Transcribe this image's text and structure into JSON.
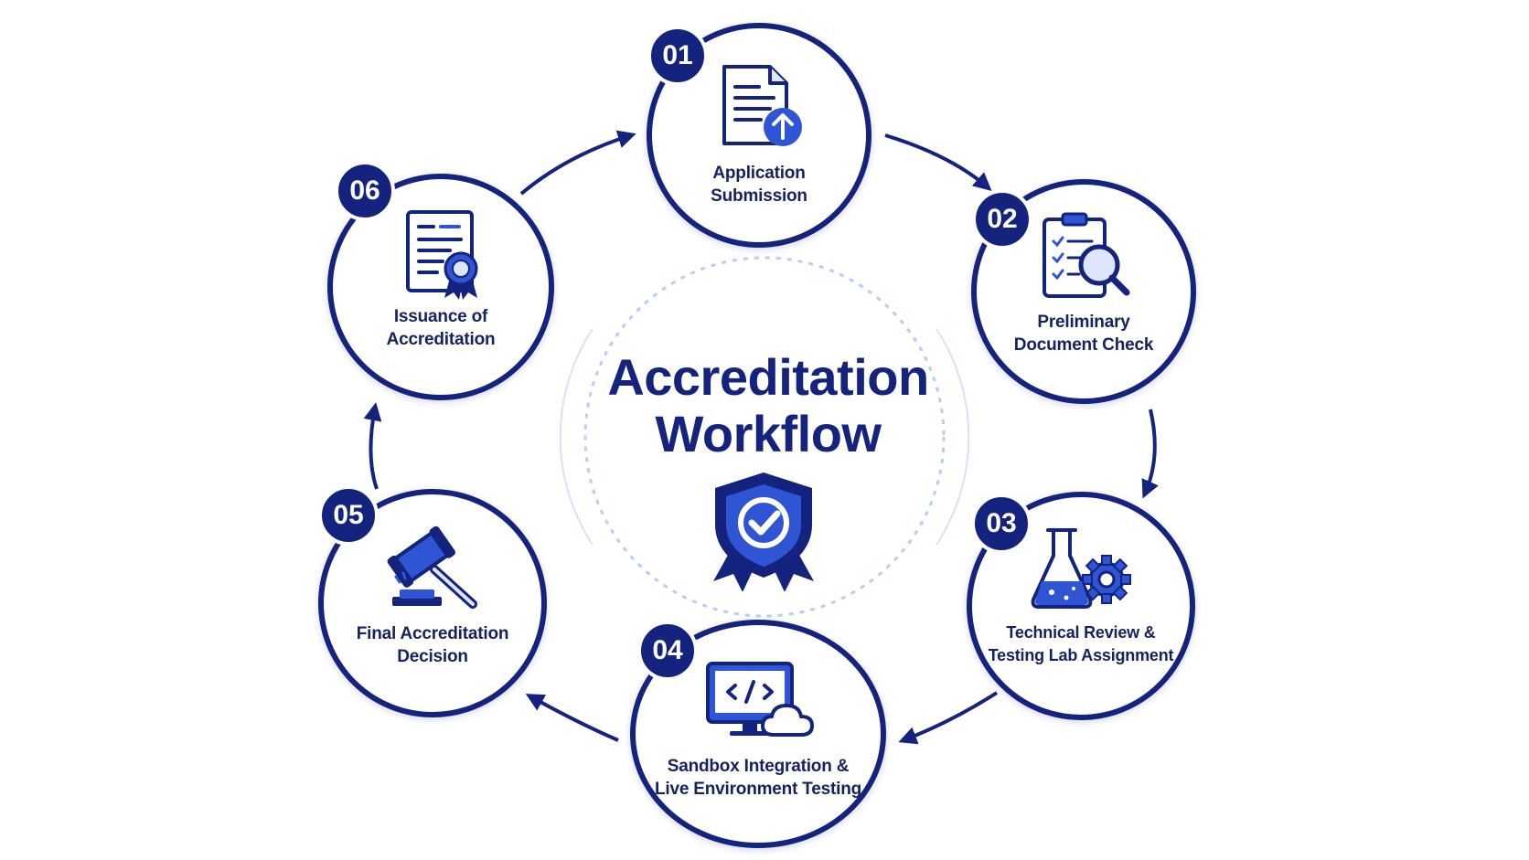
{
  "diagram": {
    "title_line1": "Accreditation",
    "title_line2": "Workflow",
    "center_icon": "shield-checkmark-ribbon-icon",
    "colors": {
      "primary": "#13237e",
      "accent": "#2f55d4",
      "light_accent": "#b9cdf3",
      "background": "#ffffff"
    },
    "steps": [
      {
        "number": "01",
        "label_line1": "Application",
        "label_line2": "Submission",
        "icon": "document-upload-icon"
      },
      {
        "number": "02",
        "label_line1": "Preliminary",
        "label_line2": "Document Check",
        "icon": "clipboard-magnifier-icon"
      },
      {
        "number": "03",
        "label_line1": "Technical Review &",
        "label_line2": "Testing Lab Assignment",
        "icon": "flask-gear-icon"
      },
      {
        "number": "04",
        "label_line1": "Sandbox Integration &",
        "label_line2": "Live Environment Testing",
        "icon": "monitor-code-cloud-icon"
      },
      {
        "number": "05",
        "label_line1": "Final Accreditation",
        "label_line2": "Decision",
        "icon": "gavel-icon"
      },
      {
        "number": "06",
        "label_line1": "Issuance of",
        "label_line2": "Accreditation",
        "icon": "certificate-seal-icon"
      }
    ]
  }
}
